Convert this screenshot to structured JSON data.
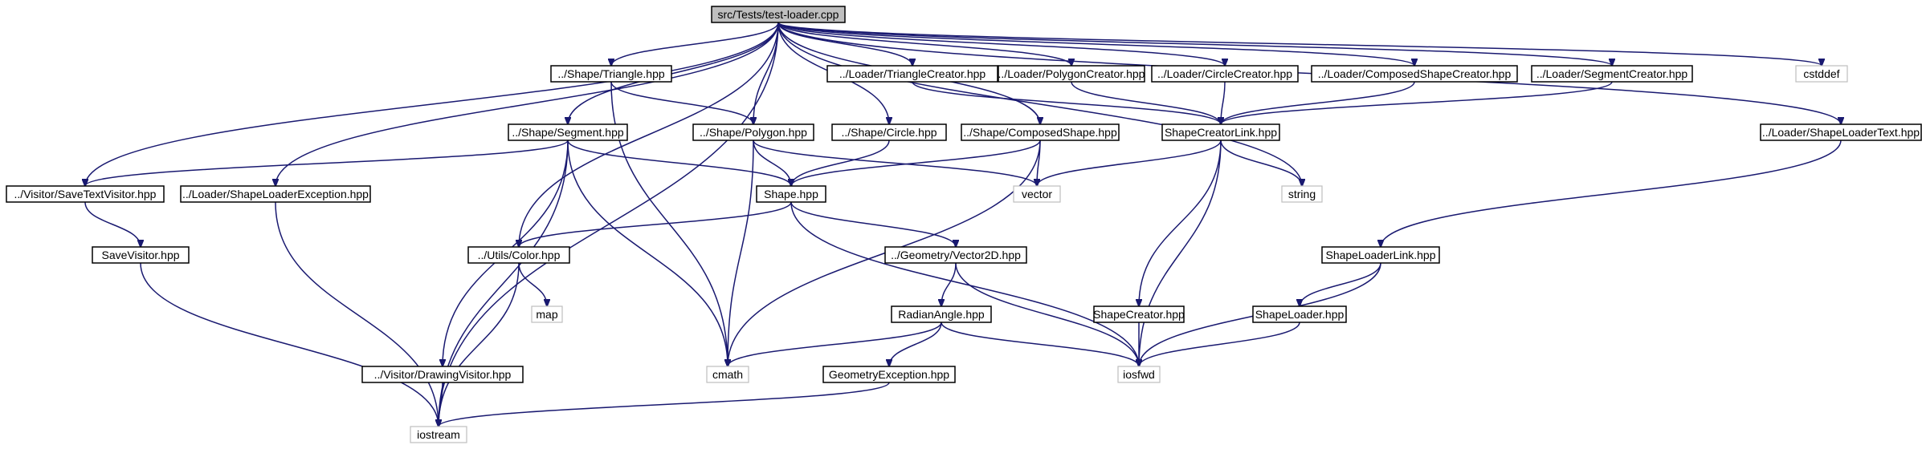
{
  "nodes": [
    {
      "id": "root",
      "label": "src/Tests/test-loader.cpp",
      "kind": "root"
    },
    {
      "id": "tri",
      "label": "../Shape/Triangle.hpp",
      "kind": "local"
    },
    {
      "id": "tric",
      "label": "../Loader/TriangleCreator.hpp",
      "kind": "local"
    },
    {
      "id": "polc",
      "label": "../Loader/PolygonCreator.hpp",
      "kind": "local"
    },
    {
      "id": "cirC",
      "label": "../Loader/CircleCreator.hpp",
      "kind": "local"
    },
    {
      "id": "compC",
      "label": "../Loader/ComposedShapeCreator.hpp",
      "kind": "local"
    },
    {
      "id": "segC",
      "label": "../Loader/SegmentCreator.hpp",
      "kind": "local"
    },
    {
      "id": "cstd",
      "label": "cstddef",
      "kind": "system"
    },
    {
      "id": "seg",
      "label": "../Shape/Segment.hpp",
      "kind": "local"
    },
    {
      "id": "pol",
      "label": "../Shape/Polygon.hpp",
      "kind": "local"
    },
    {
      "id": "cir",
      "label": "../Shape/Circle.hpp",
      "kind": "local"
    },
    {
      "id": "comp",
      "label": "../Shape/ComposedShape.hpp",
      "kind": "local"
    },
    {
      "id": "scl",
      "label": "ShapeCreatorLink.hpp",
      "kind": "local"
    },
    {
      "id": "slt",
      "label": "../Loader/ShapeLoaderText.hpp",
      "kind": "local"
    },
    {
      "id": "stv",
      "label": "../Visitor/SaveTextVisitor.hpp",
      "kind": "local"
    },
    {
      "id": "sle",
      "label": "../Loader/ShapeLoaderException.hpp",
      "kind": "local"
    },
    {
      "id": "shape",
      "label": "Shape.hpp",
      "kind": "local"
    },
    {
      "id": "vec",
      "label": "vector",
      "kind": "system"
    },
    {
      "id": "str",
      "label": "string",
      "kind": "system"
    },
    {
      "id": "sv",
      "label": "SaveVisitor.hpp",
      "kind": "local"
    },
    {
      "id": "col",
      "label": "../Utils/Color.hpp",
      "kind": "local"
    },
    {
      "id": "v2d",
      "label": "../Geometry/Vector2D.hpp",
      "kind": "local"
    },
    {
      "id": "sll",
      "label": "ShapeLoaderLink.hpp",
      "kind": "local"
    },
    {
      "id": "map",
      "label": "map",
      "kind": "system"
    },
    {
      "id": "rad",
      "label": "RadianAngle.hpp",
      "kind": "local"
    },
    {
      "id": "sc",
      "label": "ShapeCreator.hpp",
      "kind": "local"
    },
    {
      "id": "sl",
      "label": "ShapeLoader.hpp",
      "kind": "local"
    },
    {
      "id": "dv",
      "label": "../Visitor/DrawingVisitor.hpp",
      "kind": "local"
    },
    {
      "id": "ge",
      "label": "GeometryException.hpp",
      "kind": "local"
    },
    {
      "id": "cmath",
      "label": "cmath",
      "kind": "system"
    },
    {
      "id": "iosfwd",
      "label": "iosfwd",
      "kind": "system"
    },
    {
      "id": "ios",
      "label": "iostream",
      "kind": "system"
    }
  ],
  "edges": [
    [
      "root",
      "tri"
    ],
    [
      "root",
      "tric"
    ],
    [
      "root",
      "polc"
    ],
    [
      "root",
      "cirC"
    ],
    [
      "root",
      "compC"
    ],
    [
      "root",
      "segC"
    ],
    [
      "root",
      "cstd"
    ],
    [
      "root",
      "seg"
    ],
    [
      "root",
      "pol"
    ],
    [
      "root",
      "cir"
    ],
    [
      "root",
      "comp"
    ],
    [
      "root",
      "slt"
    ],
    [
      "root",
      "stv"
    ],
    [
      "root",
      "sle"
    ],
    [
      "root",
      "str"
    ],
    [
      "root",
      "col"
    ],
    [
      "root",
      "ios"
    ],
    [
      "tri",
      "pol"
    ],
    [
      "tri",
      "cmath"
    ],
    [
      "tric",
      "scl"
    ],
    [
      "polc",
      "scl"
    ],
    [
      "cirC",
      "scl"
    ],
    [
      "compC",
      "scl"
    ],
    [
      "segC",
      "scl"
    ],
    [
      "seg",
      "stv"
    ],
    [
      "seg",
      "shape"
    ],
    [
      "seg",
      "dv"
    ],
    [
      "seg",
      "cmath"
    ],
    [
      "seg",
      "ios"
    ],
    [
      "pol",
      "shape"
    ],
    [
      "pol",
      "vec"
    ],
    [
      "pol",
      "cmath"
    ],
    [
      "cir",
      "shape"
    ],
    [
      "comp",
      "shape"
    ],
    [
      "comp",
      "vec"
    ],
    [
      "comp",
      "cmath"
    ],
    [
      "scl",
      "vec"
    ],
    [
      "scl",
      "str"
    ],
    [
      "scl",
      "sc"
    ],
    [
      "scl",
      "iosfwd"
    ],
    [
      "slt",
      "sll"
    ],
    [
      "stv",
      "sv"
    ],
    [
      "sle",
      "ios"
    ],
    [
      "shape",
      "col"
    ],
    [
      "shape",
      "v2d"
    ],
    [
      "shape",
      "iosfwd"
    ],
    [
      "sv",
      "ios"
    ],
    [
      "col",
      "map"
    ],
    [
      "col",
      "ios"
    ],
    [
      "v2d",
      "rad"
    ],
    [
      "v2d",
      "iosfwd"
    ],
    [
      "sll",
      "sl"
    ],
    [
      "sll",
      "iosfwd"
    ],
    [
      "rad",
      "cmath"
    ],
    [
      "rad",
      "ge"
    ],
    [
      "rad",
      "iosfwd"
    ],
    [
      "sc",
      "iosfwd"
    ],
    [
      "sl",
      "iosfwd"
    ],
    [
      "dv",
      "ios"
    ],
    [
      "ge",
      "ios"
    ]
  ],
  "colors": {
    "edge": "#191970",
    "root_fill": "#bfbfbf",
    "system_border": "#bfbfbf",
    "node_border": "#000000"
  }
}
